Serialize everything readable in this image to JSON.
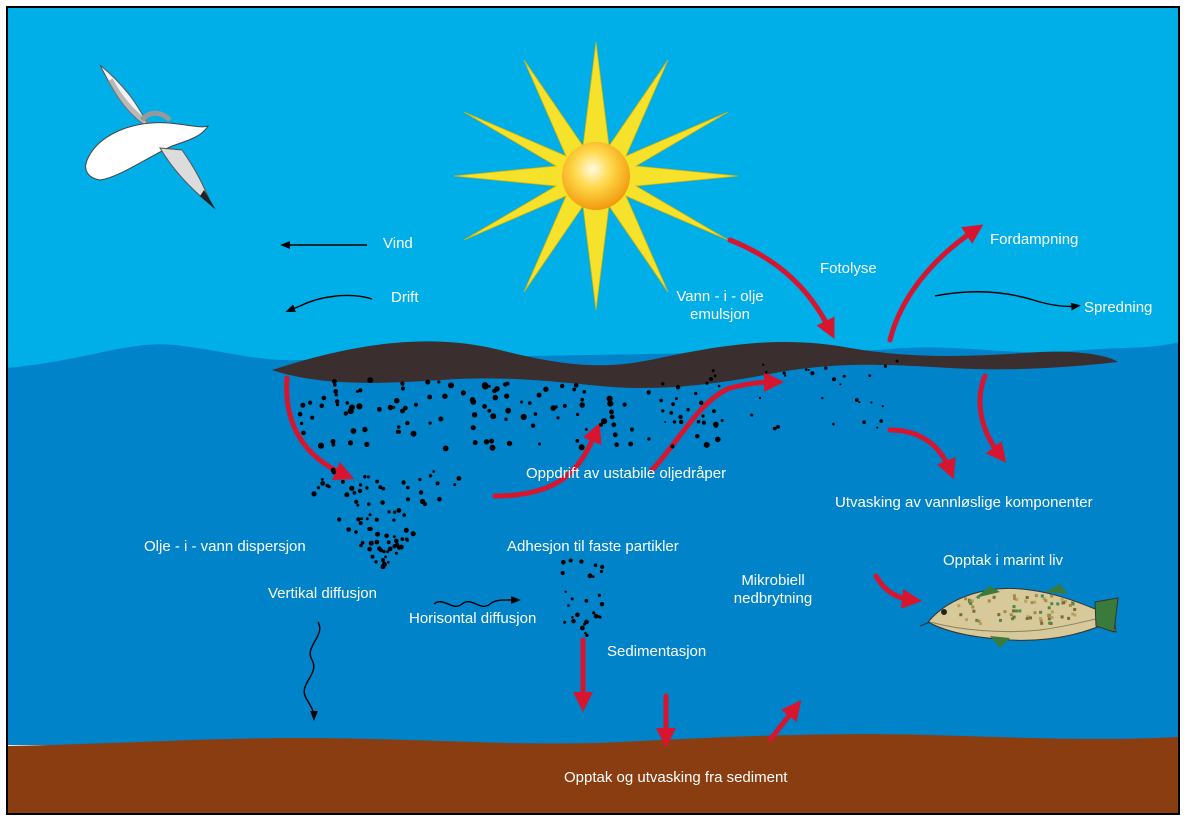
{
  "labels": {
    "vind": "Vind",
    "drift": "Drift",
    "fotolyse": "Fotolyse",
    "fordampning": "Fordampning",
    "spredning": "Spredning",
    "emulsjon_line1": "Vann - i - olje",
    "emulsjon_line2": "emulsjon",
    "oppdrift": "Oppdrift av ustabile oljedråper",
    "utvasking": "Utvasking av vannløslige komponenter",
    "dispersjon": "Olje - i - vann dispersjon",
    "adhesjon": "Adhesjon til faste partikler",
    "opptak_marint": "Opptak i marint liv",
    "mikrobiell_line1": "Mikrobiell",
    "mikrobiell_line2": "nedbrytning",
    "vertikal": "Vertikal diffusjon",
    "horisontal": "Horisontal diffusjon",
    "sedimentasjon": "Sedimentasjon",
    "sediment": "Opptak og utvasking fra sediment"
  },
  "colors": {
    "sky": "#00aee8",
    "sea": "#0083c8",
    "seabed": "#8a3d10",
    "oil_slick": "#3a2e2f",
    "process_arrow": "#d8152e",
    "text": "#ffffff",
    "frame": "#000000"
  },
  "icons": {
    "sun": "sun-icon",
    "seagull": "seagull-icon",
    "fish": "fish-icon"
  }
}
